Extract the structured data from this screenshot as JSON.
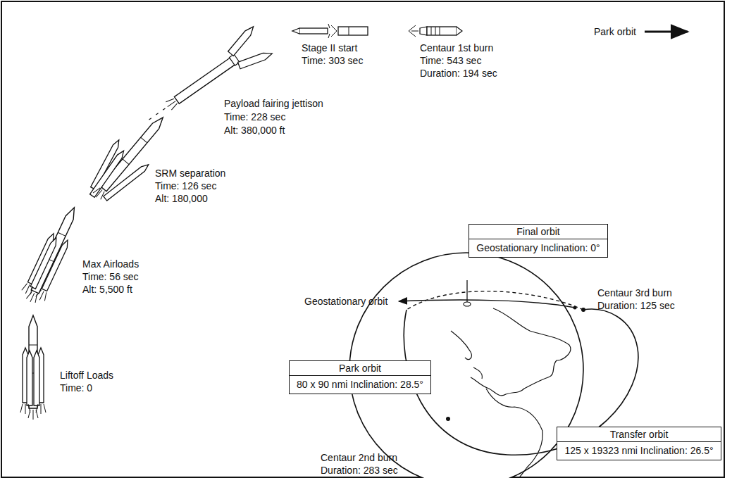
{
  "diagram": {
    "nodes": [
      {
        "text": [
          "Final orbit",
          "Geostationary Inclination: 0°"
        ]
      },
      {
        "text": [
          "Park orbit",
          "80 x 90 nmi Inclination: 28.5°"
        ]
      },
      {
        "text": [
          "Transfer orbit",
          "125 x 19323 nmi Inclination: 26.5°"
        ]
      }
    ],
    "labels": [
      "Liftoff Loads",
      "Time: 0",
      "Max Airloads",
      "Time: 56 sec",
      "Alt: 5,500 ft",
      "SRM separation",
      "Time: 126 sec",
      "Alt: 180,000",
      "Payload fairing jettison",
      "Time: 228 sec",
      "Alt: 380,000 ft",
      "Stage II start",
      "Time: 303 sec",
      "Centaur 1st burn",
      "Time: 543 sec",
      "Duration: 194 sec",
      "Park orbit",
      "Geostationary orbit",
      "Centaur 3rd burn",
      "Duration: 125 sec",
      "Centaur 2nd burn",
      "Duration: 283 sec"
    ]
  }
}
